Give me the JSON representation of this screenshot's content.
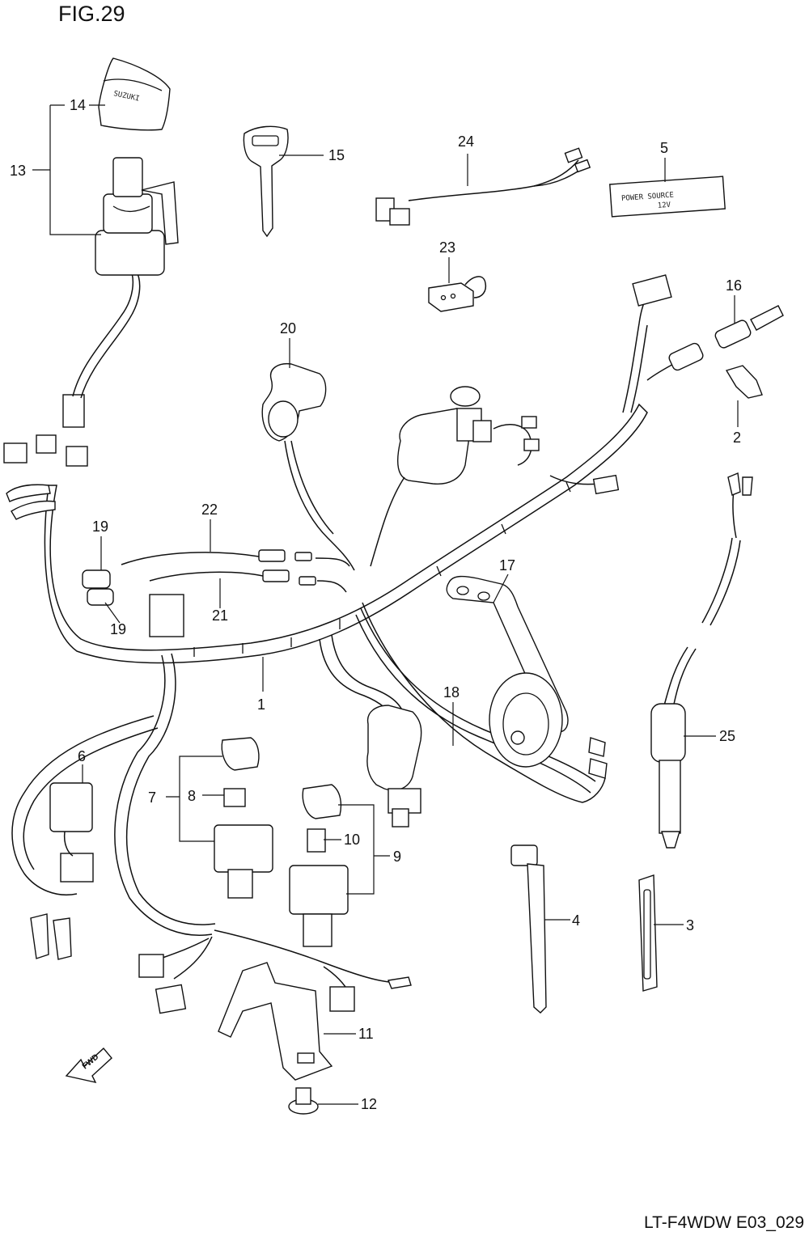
{
  "figure": {
    "title": "FIG.29",
    "code": "LT-F4WDW E03_029"
  },
  "arrow": {
    "label": "FWD"
  },
  "label_note": {
    "line1": "POWER SOURCE",
    "line2": "12V"
  },
  "callouts": {
    "p1": "1",
    "p2": "2",
    "p3": "3",
    "p4": "4",
    "p5": "5",
    "p6": "6",
    "p7": "7",
    "p8": "8",
    "p9": "9",
    "p10": "10",
    "p11": "11",
    "p12": "12",
    "p13": "13",
    "p14": "14",
    "p15": "15",
    "p16": "16",
    "p17": "17",
    "p18": "18",
    "p19a": "19",
    "p19b": "19",
    "p20": "20",
    "p21": "21",
    "p22": "22",
    "p23": "23",
    "p24": "24",
    "p25": "25"
  }
}
